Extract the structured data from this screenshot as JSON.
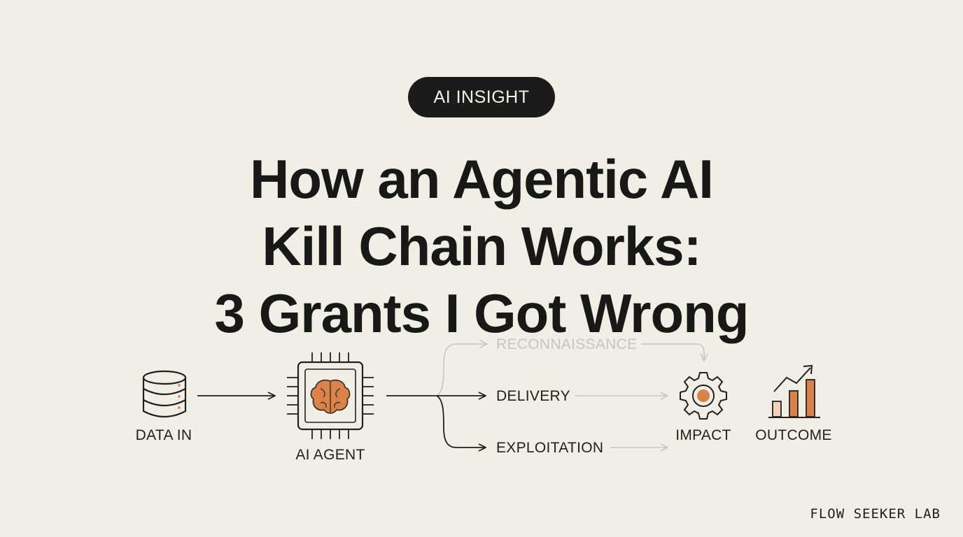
{
  "badge": {
    "label": "AI INSIGHT"
  },
  "headline": {
    "line1": "How an Agentic AI",
    "line2": "Kill Chain Works:",
    "line3": "3 Grants I Got Wrong"
  },
  "diagram": {
    "nodes": {
      "data_in": "DATA IN",
      "ai_agent": "AI AGENT",
      "impact": "IMPACT",
      "outcome": "OUTCOME"
    },
    "branches": {
      "reconnaissance": "RECONNAISSANCE",
      "delivery": "DELIVERY",
      "exploitation": "EXPLOITATION"
    },
    "icons": {
      "data_in": "database-icon",
      "ai_agent": "chip-brain-icon",
      "impact": "gear-icon",
      "outcome": "bar-chart-growth-icon"
    }
  },
  "colors": {
    "background": "#f1eee5",
    "ink": "#1b1a18",
    "accent": "#d9824a",
    "faded": "#c9c5bc"
  },
  "brand": {
    "label": "FLOW SEEKER LAB"
  }
}
